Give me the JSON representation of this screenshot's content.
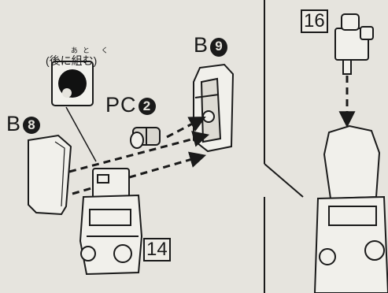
{
  "later_note": {
    "ruby": "あと く",
    "text": "(後に組む)"
  },
  "labels": {
    "b8": {
      "letter": "B",
      "number": "8"
    },
    "pc2": {
      "letter": "PC",
      "number": "2"
    },
    "b9": {
      "letter": "B",
      "number": "9"
    }
  },
  "steps": {
    "main": "14",
    "side": "16"
  },
  "icons": [
    "circle-dot-icon",
    "dashed-arrow-icon"
  ],
  "colors": {
    "paper": "#e6e4de",
    "ink": "#1a1a1a"
  }
}
